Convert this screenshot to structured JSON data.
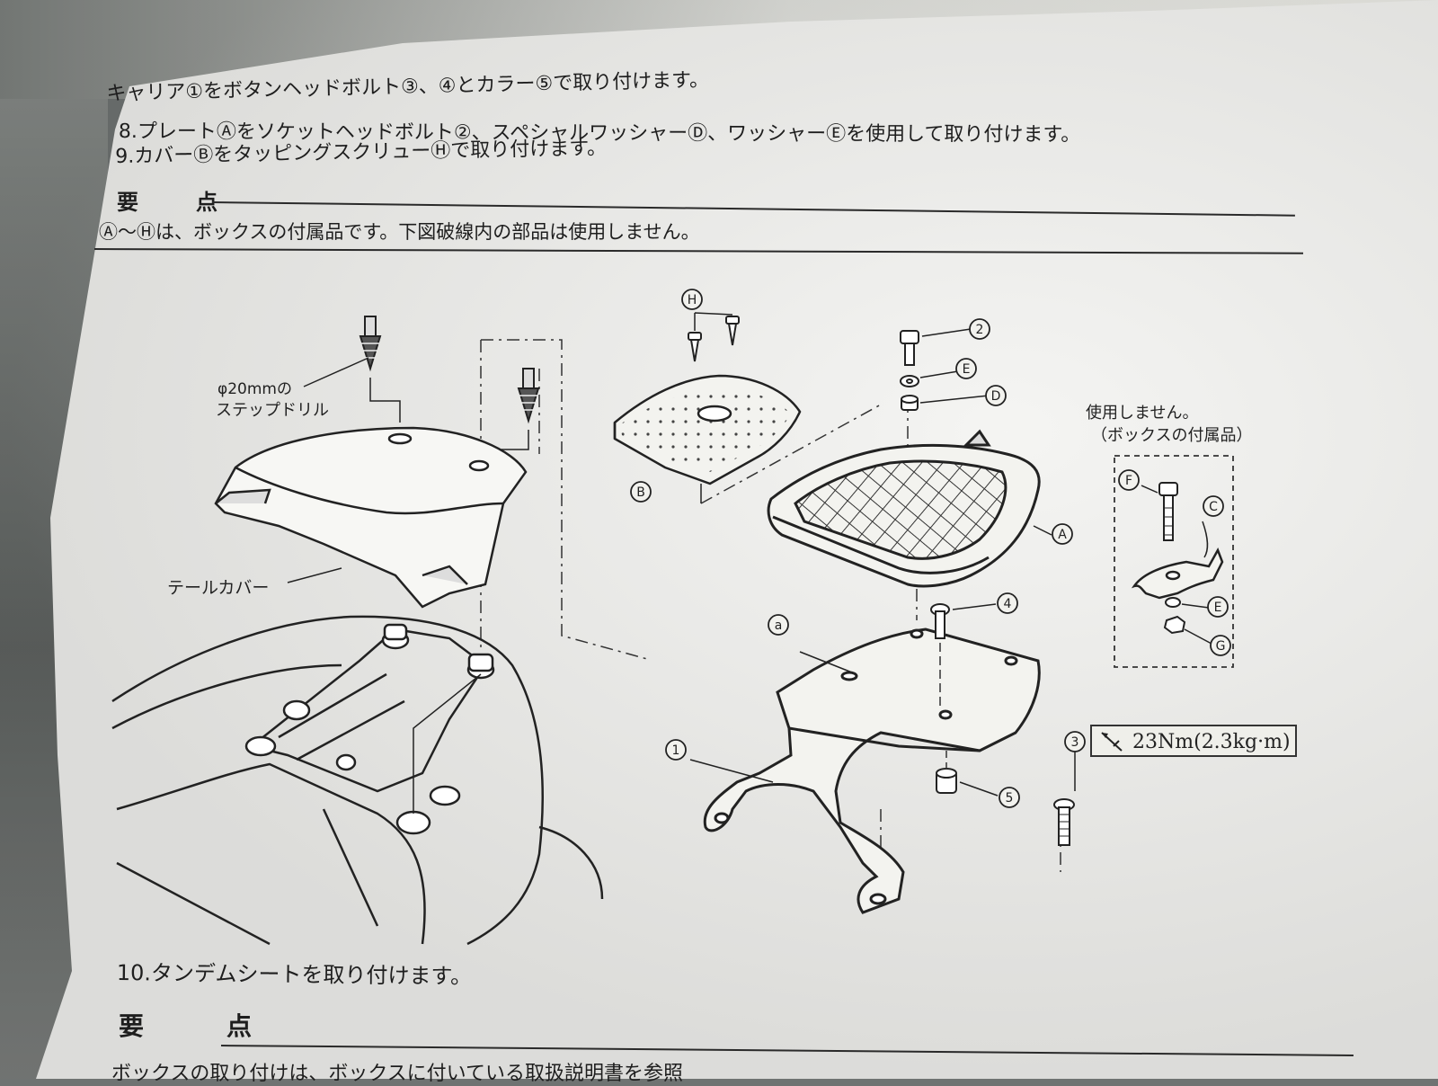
{
  "document": {
    "steps": {
      "step7": "キャリア①をボタンヘッドボルト③、④とカラー⑤で取り付けます。",
      "step8": "8.プレートⒶをソケットヘッドボルト②、スペシャルワッシャーⒹ、ワッシャーⒺを使用して取り付けます。",
      "step9": "9.カバーⒷをタッピングスクリューⒽで取り付けます。",
      "step10": "10.タンデムシートを取り付けます。"
    },
    "points_heading_1": "要　点",
    "points_note_1": "Ⓐ〜Ⓗは、ボックスの付属品です。下図破線内の部品は使用しません。",
    "points_heading_2": "要　点",
    "points_note_2": "ボックスの取り付けは、ボックスに付いている取扱説明書を参照"
  },
  "diagram": {
    "labels": {
      "drill": [
        "φ20mmの",
        "ステップドリル"
      ],
      "tail_cover": "テールカバー",
      "not_used": [
        "使用しません。",
        "（ボックスの付属品）"
      ]
    },
    "callouts": {
      "H": "H",
      "B": "B",
      "two": "2",
      "E": "E",
      "D": "D",
      "A": "A",
      "F": "F",
      "C": "C",
      "E2": "E",
      "G": "G",
      "a": "a",
      "four": "4",
      "one": "1",
      "three": "3",
      "five": "5"
    },
    "torque": "23Nm(2.3kg·m)"
  }
}
